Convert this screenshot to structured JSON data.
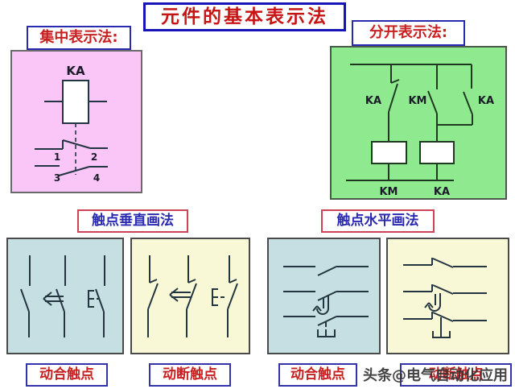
{
  "title": "元件的基本表示法",
  "labels": {
    "centralized": "集中表示法:",
    "separated": "分开表示法:",
    "vertical_drawing": "触点垂直画法",
    "horizontal_drawing": "触点水平画法"
  },
  "centralized_diagram": {
    "coil_label": "KA",
    "terminals": [
      "1",
      "2",
      "3",
      "4"
    ]
  },
  "separated_diagram": {
    "contact_labels": [
      "KA",
      "KM",
      "KA"
    ],
    "coil_labels": [
      "KM",
      "KA"
    ]
  },
  "contact_boxes": [
    {
      "caption": "动合触点",
      "orientation": "vertical",
      "type": "normally-open"
    },
    {
      "caption": "动断触点",
      "orientation": "vertical",
      "type": "normally-closed"
    },
    {
      "caption": "动合触点",
      "orientation": "horizontal",
      "type": "normally-open"
    },
    {
      "caption": "动断触点",
      "orientation": "horizontal",
      "type": "normally-closed"
    }
  ],
  "watermark": "头条@电气自动化应用",
  "colors": {
    "title_text": "#C81414",
    "title_border": "#1414B8",
    "red_label_text": "#C82020",
    "blue_label_border": "#2A2AB0",
    "mid_label_text": "#2A2AB0",
    "mid_label_border": "#CC4455",
    "pink_panel": "#F9C6F7",
    "green_panel": "#8FE98F",
    "blue_box": "#C6DFE3",
    "cream_box": "#F8F8D6",
    "diagram_stroke": "#233540",
    "watermark_text": "#343434"
  }
}
